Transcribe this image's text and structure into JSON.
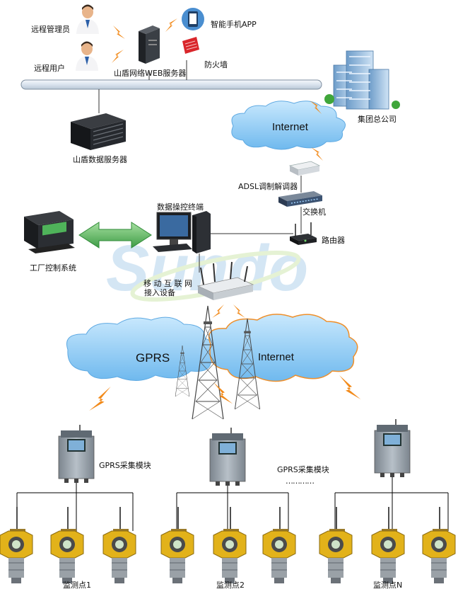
{
  "labels": {
    "remote_admin": "远程管理员",
    "smartphone_app": "智能手机APP",
    "remote_user": "远程用户",
    "firewall": "防火墙",
    "web_server": "山盾网络WEB服务器",
    "data_server": "山盾数据服务器",
    "group_hq": "集团总公司",
    "adsl_modem": "ADSL调制解调器",
    "switch": "交换机",
    "router": "路由器",
    "data_terminal": "数据操控终端",
    "factory_control": "工厂控制系统",
    "mobile_access_1": "移 动 互 联 网",
    "mobile_access_2": "接入设备",
    "gprs_module_1": "GPRS采集模块",
    "gprs_module_2": "GPRS采集模块",
    "dots": "…………",
    "site_1": "监测点1",
    "site_2": "监测点2",
    "site_n": "监测点N"
  },
  "clouds": {
    "internet_top": "Internet",
    "gprs": "GPRS",
    "internet_bottom": "Internet"
  },
  "watermark": "Sundo",
  "colors": {
    "cloud_fill": "#8ecbf3",
    "cloud_stroke": "#4a9fdc",
    "lightning": "#f28a1a",
    "arrow_green": "#58b85a",
    "device_gray": "#8d969e",
    "line": "#000000"
  }
}
